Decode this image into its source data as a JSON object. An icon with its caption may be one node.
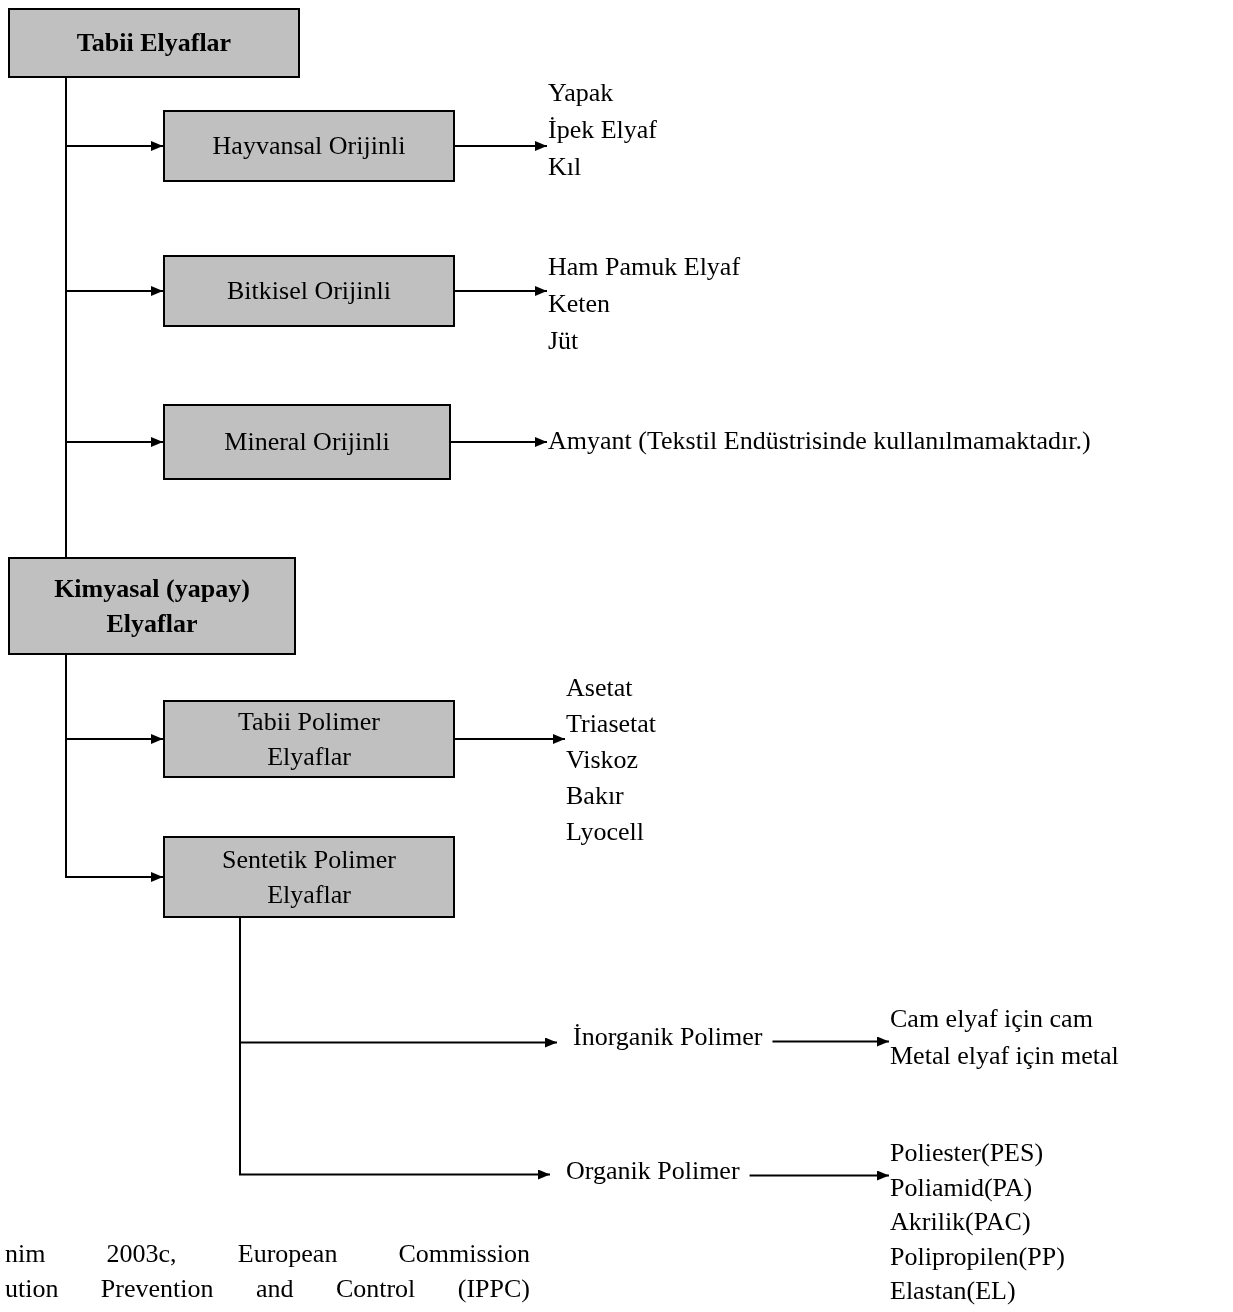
{
  "diagram": {
    "nodes": [
      {
        "text": [
          "Tabii Elyaflar"
        ]
      },
      {
        "text": [
          "Hayvansal Orijinli"
        ]
      },
      {
        "text": [
          "Yapak",
          "İpek Elyaf",
          "Kıl"
        ]
      },
      {
        "text": [
          "Bitkisel Orijinli"
        ]
      },
      {
        "text": [
          "Ham Pamuk Elyaf",
          "Keten",
          "Jüt"
        ]
      },
      {
        "text": [
          "Mineral Orijinli"
        ]
      },
      {
        "text": [
          "Amyant (Tekstil Endüstrisinde kullanılmamaktadır.)"
        ]
      },
      {
        "text": [
          "Kimyasal (yapay) Elyaflar"
        ]
      },
      {
        "text": [
          "Tabii Polimer Elyaflar"
        ]
      },
      {
        "text": [
          "Asetat",
          "Triasetat",
          "Viskoz",
          "Bakır",
          "Lyocell"
        ]
      },
      {
        "text": [
          "Sentetik Polimer Elyaflar"
        ]
      },
      {
        "text": [
          "İnorganik Polimer"
        ]
      },
      {
        "text": [
          "Cam elyaf için cam",
          "Metal elyaf için metal"
        ]
      },
      {
        "text": [
          "Organik Polimer"
        ]
      },
      {
        "text": [
          "Poliester(PES)",
          "Poliamid(PA)",
          "Akrilik(PAC)",
          "Polipropilen(PP)",
          "Elastan(EL)"
        ]
      }
    ],
    "edges": [
      {
        "from": 0,
        "to": 7,
        "arrow": "none"
      },
      {
        "from": 0,
        "to": 1,
        "arrow": "to"
      },
      {
        "from": 1,
        "to": 2,
        "arrow": "to"
      },
      {
        "from": 0,
        "to": 3,
        "arrow": "to"
      },
      {
        "from": 3,
        "to": 4,
        "arrow": "to"
      },
      {
        "from": 0,
        "to": 5,
        "arrow": "to"
      },
      {
        "from": 5,
        "to": 6,
        "arrow": "to"
      },
      {
        "from": 7,
        "to": 8,
        "arrow": "to"
      },
      {
        "from": 8,
        "to": 9,
        "arrow": "to"
      },
      {
        "from": 7,
        "to": 10,
        "arrow": "to"
      },
      {
        "from": 10,
        "to": 11,
        "arrow": "to"
      },
      {
        "from": 11,
        "to": 12,
        "arrow": "to"
      },
      {
        "from": 10,
        "to": 13,
        "arrow": "to"
      },
      {
        "from": 13,
        "to": 14,
        "arrow": "to"
      }
    ],
    "labels": [
      "nim 2003c, European Commission",
      "ution Prevention and Control (IPPC)"
    ]
  }
}
